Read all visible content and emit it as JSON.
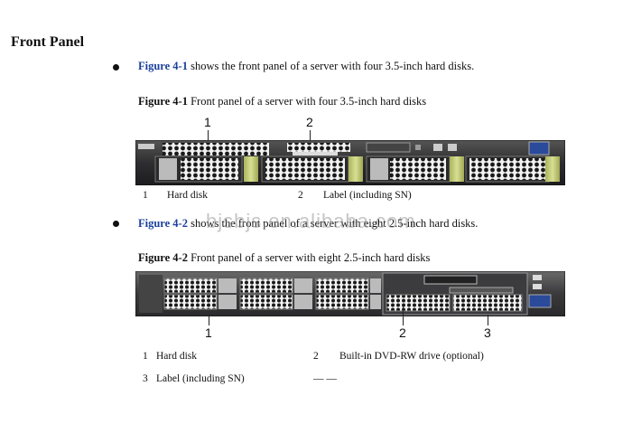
{
  "section_title": "Front Panel",
  "bullet1": {
    "link": "Figure 4-1",
    "text": " shows the front panel of a server with four 3.5-inch hard disks."
  },
  "figure1": {
    "caption_label": "Figure 4-1",
    "caption_text": " Front panel of a server with four 3.5-inch hard disks",
    "callouts": [
      "1",
      "2"
    ],
    "legend": [
      {
        "num": "1",
        "text": "Hard disk"
      },
      {
        "num": "2",
        "text": "Label (including SN)"
      }
    ]
  },
  "bullet2": {
    "link": "Figure 4-2",
    "text": " shows the front panel of a server with eight 2.5-inch hard disks."
  },
  "figure2": {
    "caption_label": "Figure 4-2",
    "caption_text": " Front panel of a server with eight 2.5-inch hard disks",
    "callouts": [
      "1",
      "2",
      "3"
    ],
    "legend": [
      {
        "num": "1",
        "text": "Hard disk"
      },
      {
        "num": "2",
        "text": "Built-in DVD-RW drive (optional)"
      },
      {
        "num": "3",
        "text": "Label (including SN)"
      },
      {
        "num": "",
        "text": "— —"
      }
    ]
  },
  "watermark": "bjsbjs.en.alibaba.com",
  "colors": {
    "link": "#1a3f9c",
    "chassis": "#2f3033",
    "handle": "#c9d27a"
  }
}
